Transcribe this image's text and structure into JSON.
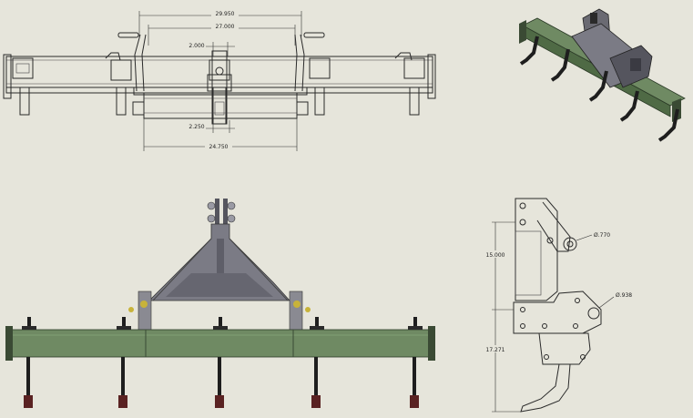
{
  "drawing": {
    "colors": {
      "background": "#e6e5db",
      "frame_green": "#6f8a63",
      "frame_green_dark": "#4f6a45",
      "hitch_grey": "#7b7b85",
      "hitch_grey_dark": "#55555e",
      "shank_black": "#1e1e1e",
      "tip_red": "#5a2222",
      "pin_yellow": "#c8b33a"
    },
    "top_view": {
      "dimensions": {
        "overall_width": "29.950",
        "inner_width": "27.000",
        "center_offset": "2.000",
        "lower_offset": "2.250",
        "lower_width": "24.750"
      }
    },
    "side_view": {
      "dimensions": {
        "upper_height": "15.000",
        "lower_height": "17.271",
        "pin_diameter": "Ø.770",
        "hole_diameter": "Ø.938"
      }
    },
    "iso_view": {
      "icon": "isometric-subsoiler-render"
    },
    "front_view": {
      "icon": "front-elevation-render"
    }
  }
}
